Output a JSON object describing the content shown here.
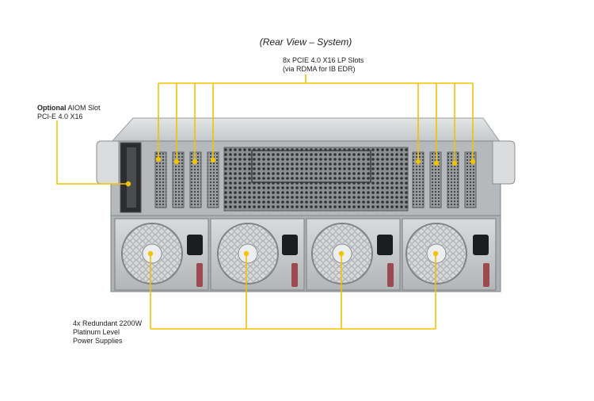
{
  "title": "(Rear View – System)",
  "callouts": {
    "pcie_slots": {
      "line1": "8x PCIE 4.0 X16 LP Slots",
      "line2": "(via RDMA for IB EDR)"
    },
    "aiom_slot": {
      "bold": "Optional",
      "rest": " AIOM  Slot",
      "line2": "PCI-E 4.0 X16"
    },
    "power": {
      "line1": "4x Redundant 2200W",
      "line2": "Platinum Level",
      "line3": "Power Supplies"
    }
  },
  "colors": {
    "callout_line": "#f2c200",
    "chassis": "#b8bcbf",
    "chassis_dark": "#6f7377",
    "psu_body": "#c9ccce",
    "handle": "#9b4a52"
  },
  "counts": {
    "pcie_slots": 8,
    "power_supplies": 4
  }
}
